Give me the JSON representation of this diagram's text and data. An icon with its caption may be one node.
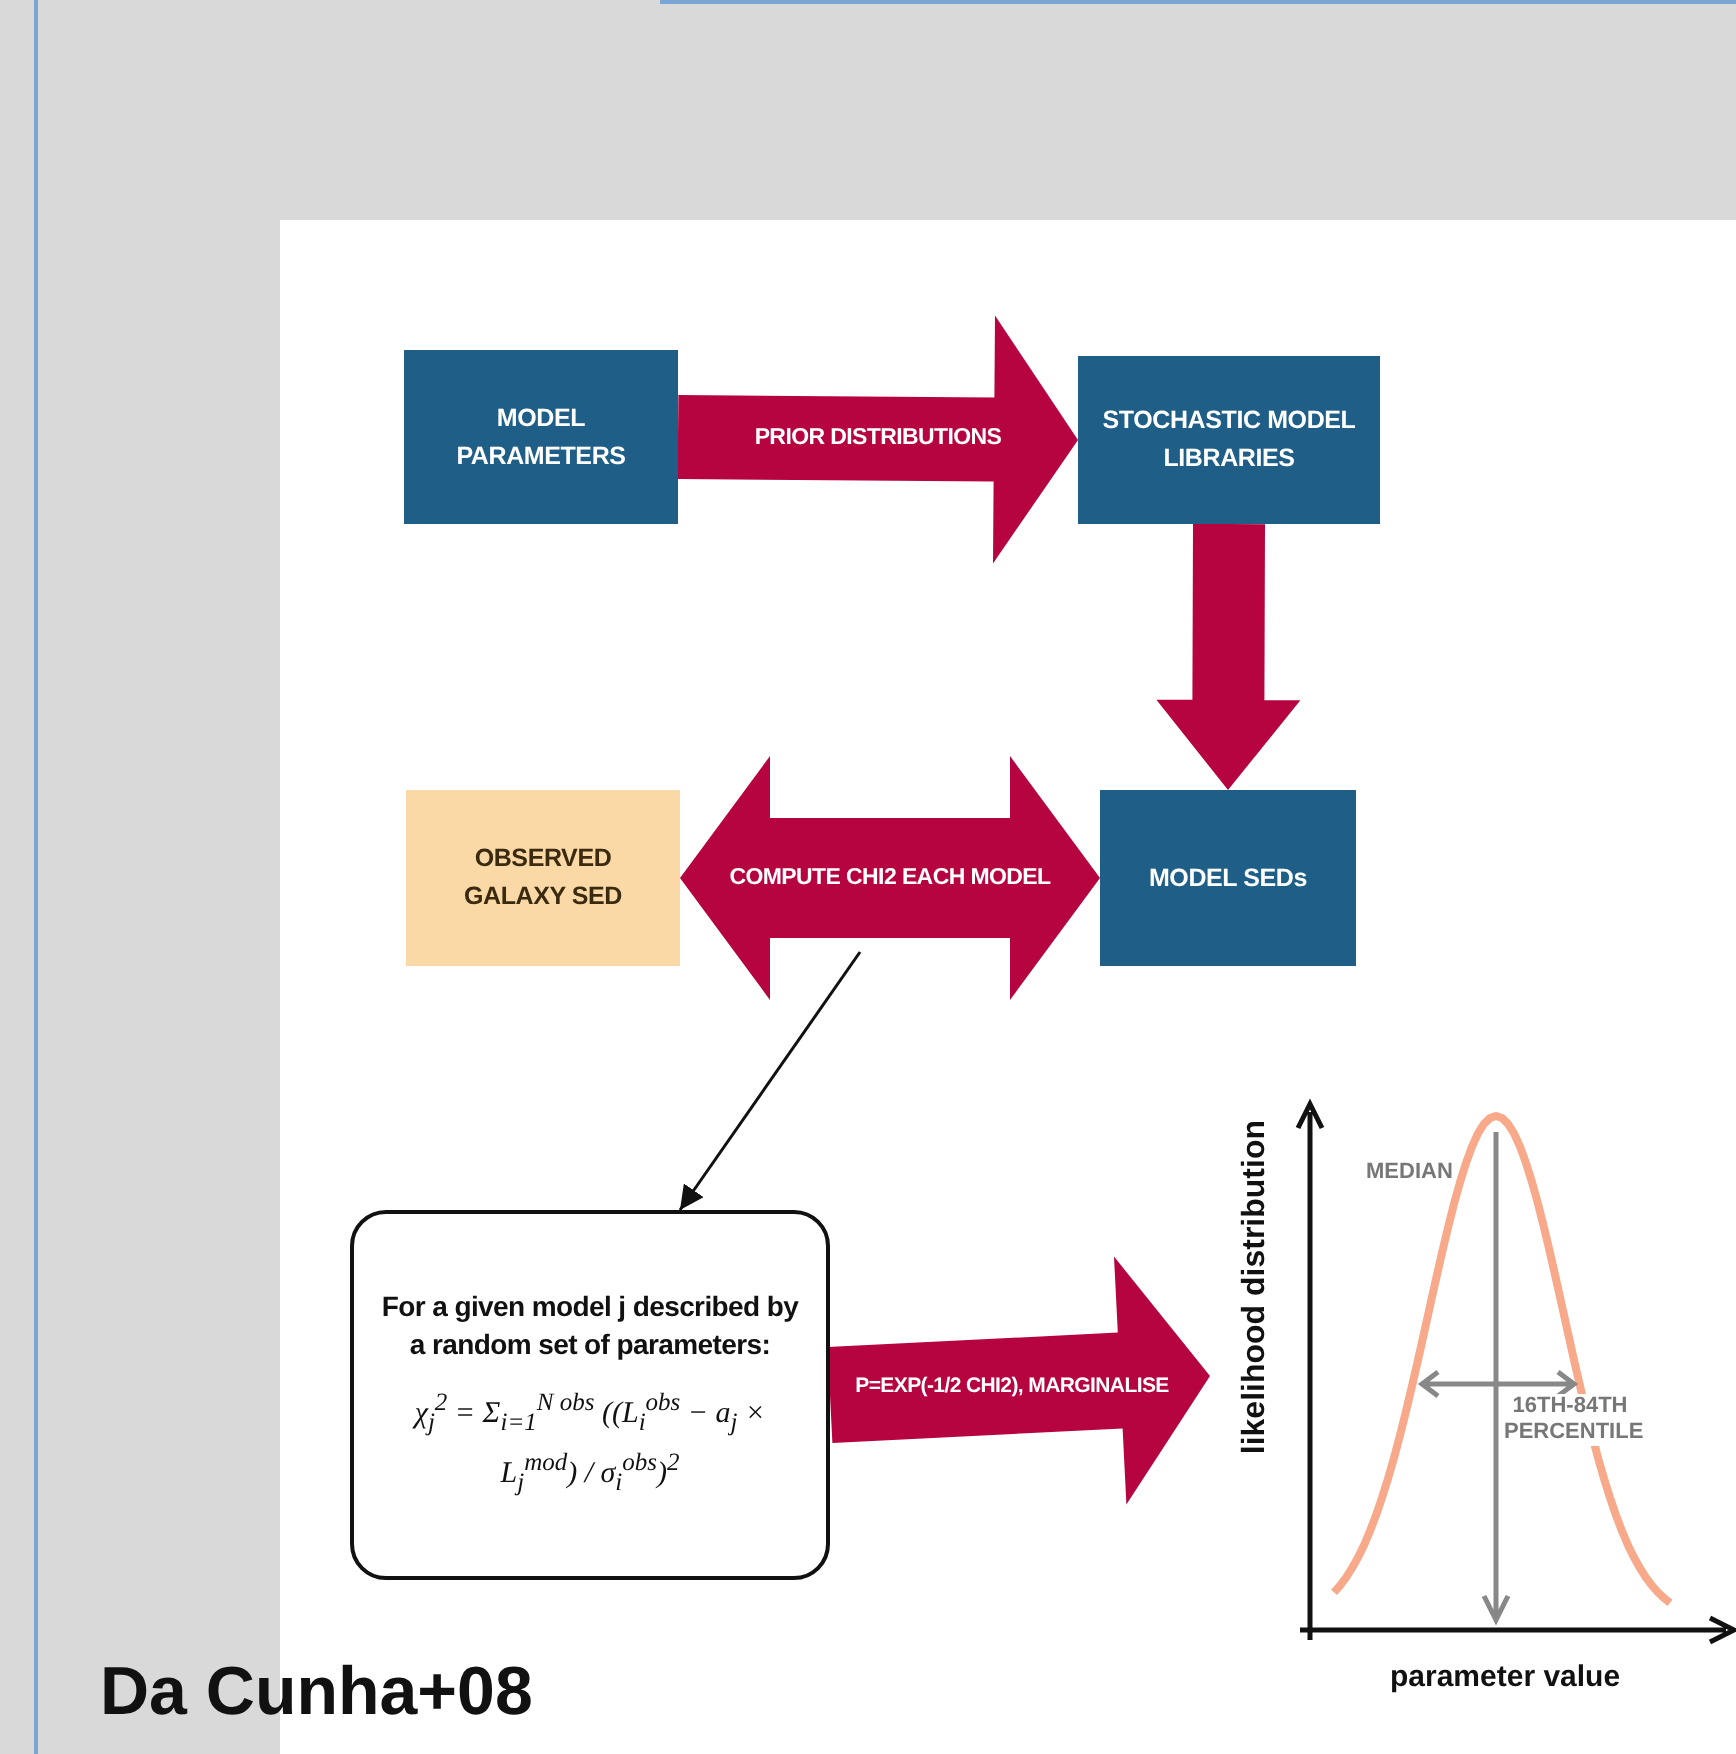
{
  "diagram": {
    "nodes": [
      {
        "text": [
          "MODEL PARAMETERS"
        ]
      },
      {
        "text": [
          "STOCHASTIC MODEL LIBRARIES"
        ]
      },
      {
        "text": [
          "OBSERVED GALAXY SED"
        ]
      },
      {
        "text": [
          "MODEL SEDs"
        ]
      },
      {
        "text": [
          "For a given model j described by a random set of parameters:",
          "χ$_{j}$$^{2}$ = Σ$_{i=1}$$^{N obs}$ ((L$_{i}$$^{obs}$ − a$_{j}$ × L$_{j}$$^{mod}$) / σ$_{i}$$^{obs}$)$^{2}$"
        ]
      },
      {
        "text": [
          "MEDIAN",
          "16TH-84TH PERCENTILE"
        ],
        "beside": [
          "likelihood distribution",
          "parameter value"
        ]
      }
    ],
    "edges": [
      {
        "from": 0,
        "to": 1,
        "arrow": "to",
        "label": "PRIOR DISTRIBUTIONS",
        "style": "thick"
      },
      {
        "from": 1,
        "to": 3,
        "arrow": "to",
        "style": "thick"
      },
      {
        "from": 2,
        "to": 3,
        "arrow": "both",
        "label": "COMPUTE CHI2 EACH MODEL",
        "style": "thick"
      },
      {
        "from": null,
        "to": 4,
        "arrow": "to",
        "color": "#111111"
      },
      {
        "from": 4,
        "to": 5,
        "arrow": "to",
        "label": "P=EXP(-1/2 CHI2), MARGINALISE",
        "style": "thick"
      }
    ],
    "labels": [
      "Da Cunha+08"
    ]
  }
}
